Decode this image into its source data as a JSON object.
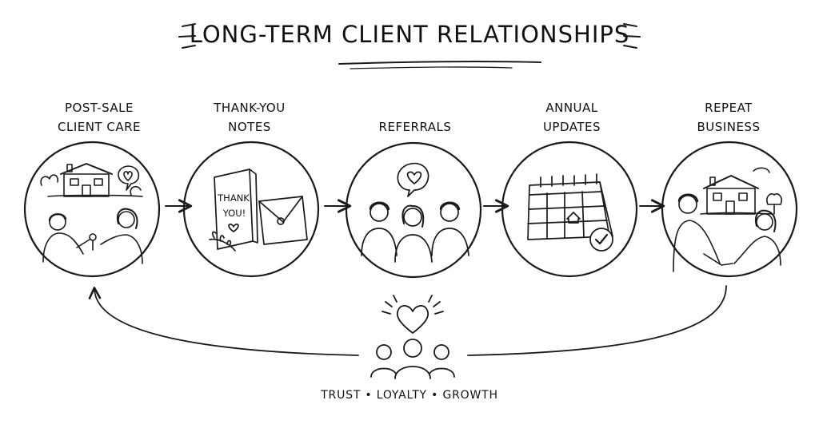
{
  "title": "LONG-TERM CLIENT RELATIONSHIPS",
  "steps": [
    {
      "label_lines": [
        "POST-SALE",
        "CLIENT CARE"
      ],
      "icon": "house-key-handover-icon"
    },
    {
      "label_lines": [
        "THANK-YOU",
        "NOTES"
      ],
      "icon": "thank-you-card-icon",
      "card_text": [
        "THANK",
        "YOU!"
      ]
    },
    {
      "label_lines": [
        "REFERRALS"
      ],
      "icon": "referral-people-icon"
    },
    {
      "label_lines": [
        "ANNUAL",
        "UPDATES"
      ],
      "icon": "calendar-check-icon"
    },
    {
      "label_lines": [
        "REPEAT",
        "BUSINESS"
      ],
      "icon": "handshake-house-icon"
    }
  ],
  "footer": "TRUST • LOYALTY • GROWTH",
  "colors": {
    "ink": "#1a1a1a",
    "background": "#ffffff"
  }
}
